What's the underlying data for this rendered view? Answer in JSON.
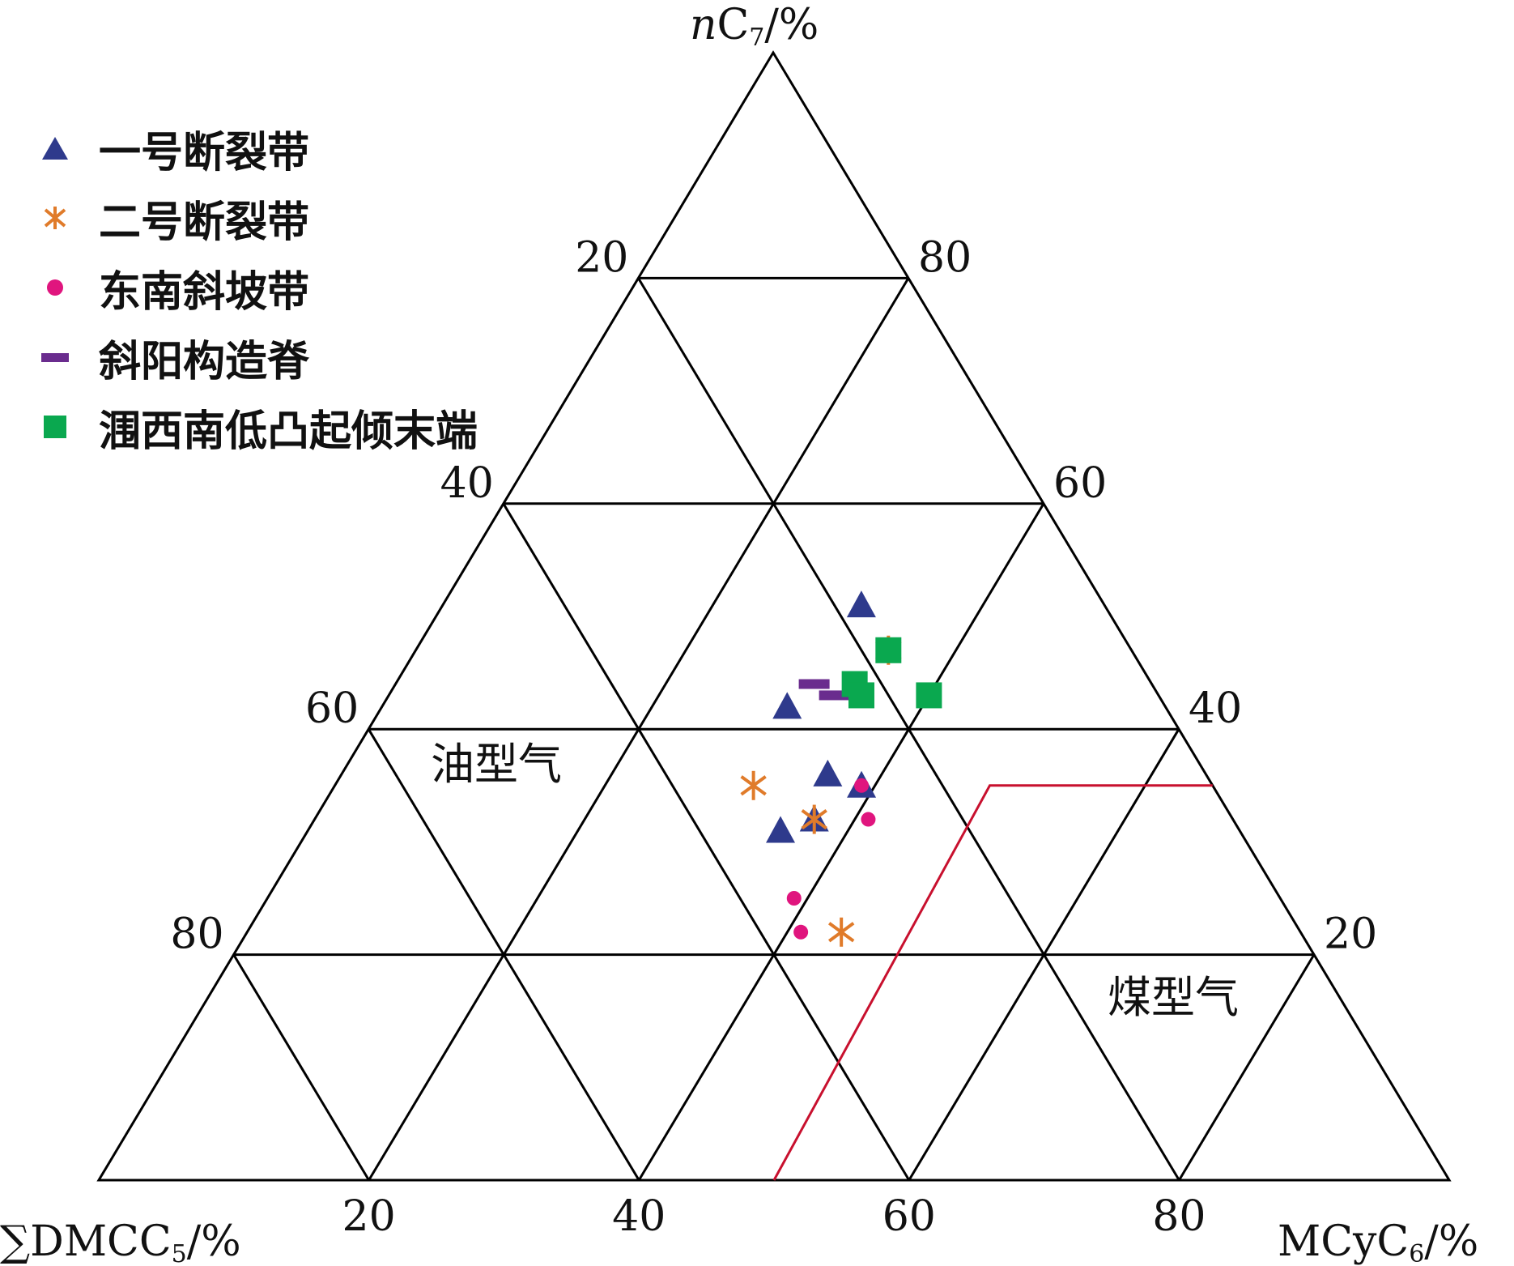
{
  "chart_data": {
    "type": "scatter",
    "subtype": "ternary",
    "axes": {
      "top": {
        "label_italic": "n",
        "label_main": "C",
        "label_sub": "7",
        "label_tail": "/%"
      },
      "left": {
        "label_main": "∑DMCC",
        "label_sub": "5",
        "label_tail": "/%"
      },
      "right": {
        "label_main": "MCyC",
        "label_sub": "6",
        "label_tail": "/%"
      }
    },
    "ticks": [
      "20",
      "40",
      "60",
      "80"
    ],
    "grid_step": 20,
    "legend": {
      "position": "top-left"
    },
    "region_labels": {
      "oil": "油型气",
      "coal": "煤型气"
    },
    "boundary_line": {
      "color": "#c8102e",
      "points": [
        {
          "nC7": 0,
          "MCyC6": 50,
          "DMCC5": 50
        },
        {
          "nC7": 35,
          "MCyC6": 48.5,
          "DMCC5": 16.5
        },
        {
          "nC7": 35,
          "MCyC6": 65,
          "DMCC5": 0
        }
      ]
    },
    "series": [
      {
        "name": "一号断裂带",
        "marker": "triangle",
        "color": "#2e3a8c",
        "points": [
          {
            "nC7": 51,
            "MCyC6": 31,
            "DMCC5": 18
          },
          {
            "nC7": 42,
            "MCyC6": 30,
            "DMCC5": 28
          },
          {
            "nC7": 36,
            "MCyC6": 36,
            "DMCC5": 28
          },
          {
            "nC7": 31,
            "MCyC6": 35,
            "DMCC5": 34
          },
          {
            "nC7": 32,
            "MCyC6": 37,
            "DMCC5": 31
          },
          {
            "nC7": 35,
            "MCyC6": 39,
            "DMCC5": 26
          }
        ]
      },
      {
        "name": "二号断裂带",
        "marker": "asterisk",
        "color": "#e07b2a",
        "points": [
          {
            "nC7": 47,
            "MCyC6": 35,
            "DMCC5": 18
          },
          {
            "nC7": 35,
            "MCyC6": 31,
            "DMCC5": 34
          },
          {
            "nC7": 32,
            "MCyC6": 37,
            "DMCC5": 31
          },
          {
            "nC7": 22,
            "MCyC6": 44,
            "DMCC5": 34
          }
        ]
      },
      {
        "name": "东南斜坡带",
        "marker": "circle",
        "color": "#e0157e",
        "points": [
          {
            "nC7": 35,
            "MCyC6": 39,
            "DMCC5": 26
          },
          {
            "nC7": 32,
            "MCyC6": 41,
            "DMCC5": 27
          },
          {
            "nC7": 25,
            "MCyC6": 39,
            "DMCC5": 36
          },
          {
            "nC7": 22,
            "MCyC6": 41,
            "DMCC5": 37
          }
        ]
      },
      {
        "name": "斜阳构造脊",
        "marker": "dash",
        "color": "#6a2c8e",
        "points": [
          {
            "nC7": 44,
            "MCyC6": 31,
            "DMCC5": 25
          },
          {
            "nC7": 43,
            "MCyC6": 33,
            "DMCC5": 24
          }
        ]
      },
      {
        "name": "涠西南低凸起倾末端",
        "marker": "square",
        "color": "#0aa84f",
        "points": [
          {
            "nC7": 47,
            "MCyC6": 35,
            "DMCC5": 18
          },
          {
            "nC7": 44,
            "MCyC6": 34,
            "DMCC5": 22
          },
          {
            "nC7": 43,
            "MCyC6": 35,
            "DMCC5": 22
          },
          {
            "nC7": 43,
            "MCyC6": 40,
            "DMCC5": 17
          }
        ]
      }
    ]
  }
}
